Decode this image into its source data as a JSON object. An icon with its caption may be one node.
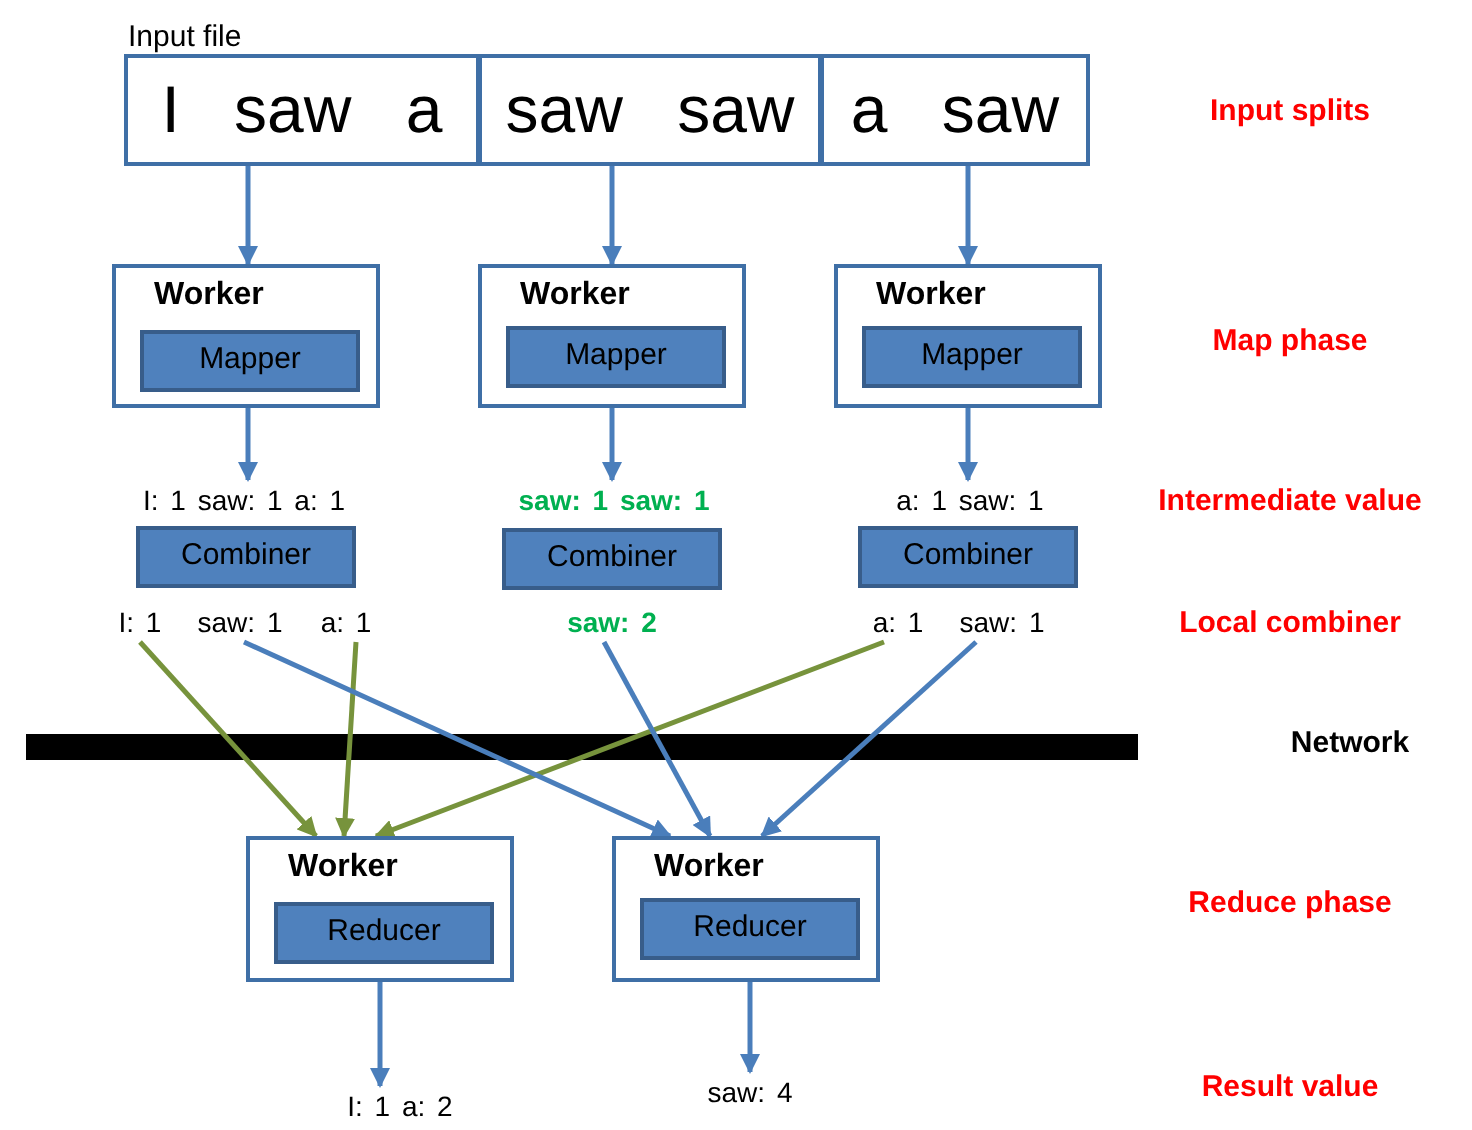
{
  "diagram": {
    "nodes": [
      {
        "text": [
          "Input file"
        ]
      },
      {
        "text": [
          "I saw a"
        ],
        "in": 0
      },
      {
        "text": [
          "saw saw"
        ],
        "in": 0
      },
      {
        "text": [
          "a saw"
        ],
        "in": 0
      },
      {
        "text": [
          "Worker"
        ]
      },
      {
        "text": [
          "Mapper"
        ],
        "in": 4
      },
      {
        "text": [
          "Worker"
        ]
      },
      {
        "text": [
          "Mapper"
        ],
        "in": 6
      },
      {
        "text": [
          "Worker"
        ]
      },
      {
        "text": [
          "Mapper"
        ],
        "in": 8
      },
      {
        "text": [
          "I: 1 saw: 1 a: 1"
        ]
      },
      {
        "text": [
          "saw: 1 saw: 1"
        ]
      },
      {
        "text": [
          "a: 1 saw: 1"
        ]
      },
      {
        "text": [
          "Combiner"
        ]
      },
      {
        "text": [
          "Combiner"
        ]
      },
      {
        "text": [
          "Combiner"
        ]
      },
      {
        "text": [
          "I: 1"
        ]
      },
      {
        "text": [
          "saw: 1"
        ]
      },
      {
        "text": [
          "a: 1"
        ]
      },
      {
        "text": [
          "saw: 2"
        ]
      },
      {
        "text": [
          "a: 1"
        ]
      },
      {
        "text": [
          "saw: 1"
        ]
      },
      {
        "text": [
          "Worker"
        ]
      },
      {
        "text": [
          "Reducer"
        ],
        "in": 22
      },
      {
        "text": [
          "Worker"
        ]
      },
      {
        "text": [
          "Reducer"
        ],
        "in": 24
      },
      {
        "text": [
          "I: 1 a: 2"
        ]
      },
      {
        "text": [
          "saw: 4"
        ]
      }
    ],
    "edges": [
      {
        "from": 1,
        "to": 4,
        "arrow": "to"
      },
      {
        "from": 2,
        "to": 6,
        "arrow": "to"
      },
      {
        "from": 3,
        "to": 8,
        "arrow": "to"
      },
      {
        "from": 4,
        "to": 10,
        "arrow": "to"
      },
      {
        "from": 6,
        "to": 11,
        "arrow": "to"
      },
      {
        "from": 8,
        "to": 12,
        "arrow": "to"
      },
      {
        "from": 16,
        "to": 22,
        "arrow": "to",
        "color": "#77933c"
      },
      {
        "from": 18,
        "to": 22,
        "arrow": "to",
        "color": "#77933c"
      },
      {
        "from": 20,
        "to": 22,
        "arrow": "to",
        "color": "#77933c"
      },
      {
        "from": 17,
        "to": 24,
        "arrow": "to"
      },
      {
        "from": 19,
        "to": 24,
        "arrow": "to"
      },
      {
        "from": 21,
        "to": 24,
        "arrow": "to"
      },
      {
        "from": 22,
        "to": 26,
        "arrow": "to"
      },
      {
        "from": 24,
        "to": 27,
        "arrow": "to"
      }
    ],
    "labels": [
      "Input splits",
      "Map phase",
      "Intermediate value",
      "Local combiner",
      "Network",
      "Reduce phase",
      "Result value"
    ]
  }
}
